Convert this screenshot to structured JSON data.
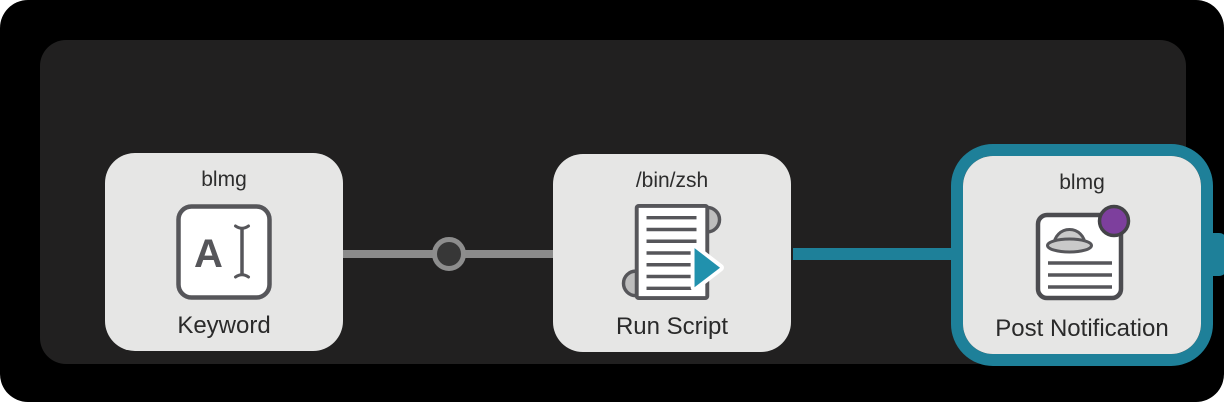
{
  "colors": {
    "window_background": "#000000",
    "canvas_background": "#212020",
    "node_background": "#e6e6e5",
    "selection_teal": "#1e8099",
    "connection_gray": "#8b8b8b",
    "badge_purple": "#7d3f9d",
    "icon_stroke_gray": "#56565a"
  },
  "workflow": {
    "nodes": [
      {
        "title": "blmg",
        "label": "Keyword",
        "icon": "keyword-text-cursor-icon",
        "selected": false
      },
      {
        "title": "/bin/zsh",
        "label": "Run Script",
        "icon": "run-script-scroll-icon",
        "selected": false
      },
      {
        "title": "blmg",
        "label": "Post Notification",
        "icon": "post-notification-card-icon",
        "selected": true
      }
    ],
    "connections": [
      {
        "from": "Keyword",
        "to": "Run Script",
        "style": "normal-gray",
        "has_midpoint_handle": true
      },
      {
        "from": "Run Script",
        "to": "Post Notification",
        "style": "highlighted-teal",
        "has_midpoint_handle": false
      }
    ]
  }
}
